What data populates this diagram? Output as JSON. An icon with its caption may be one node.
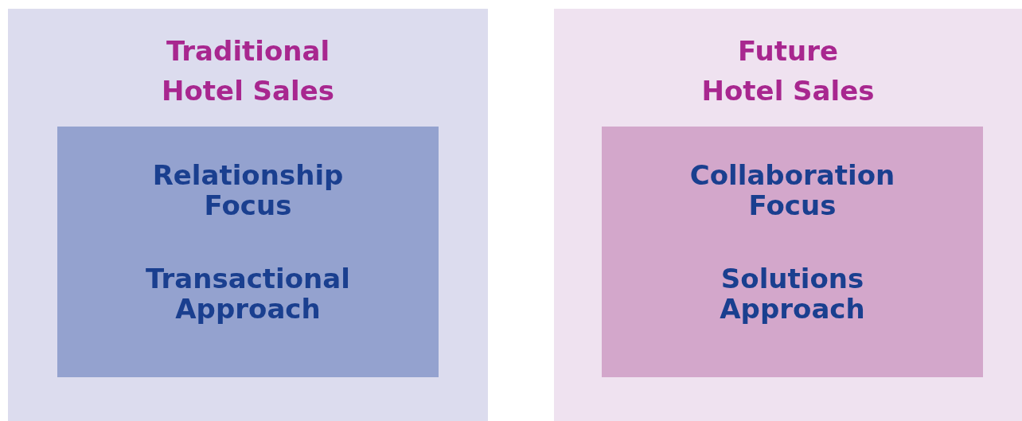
{
  "diagram": {
    "nodes": [
      {
        "text": [
          "Traditional Hotel Sales"
        ]
      },
      {
        "text": [
          "Relationship Focus",
          "Transactional Approach"
        ],
        "in": 0
      },
      {
        "text": [
          "Future Hotel Sales"
        ]
      },
      {
        "text": [
          "Collaboration Focus",
          "Solutions Approach"
        ],
        "in": 2
      }
    ]
  }
}
